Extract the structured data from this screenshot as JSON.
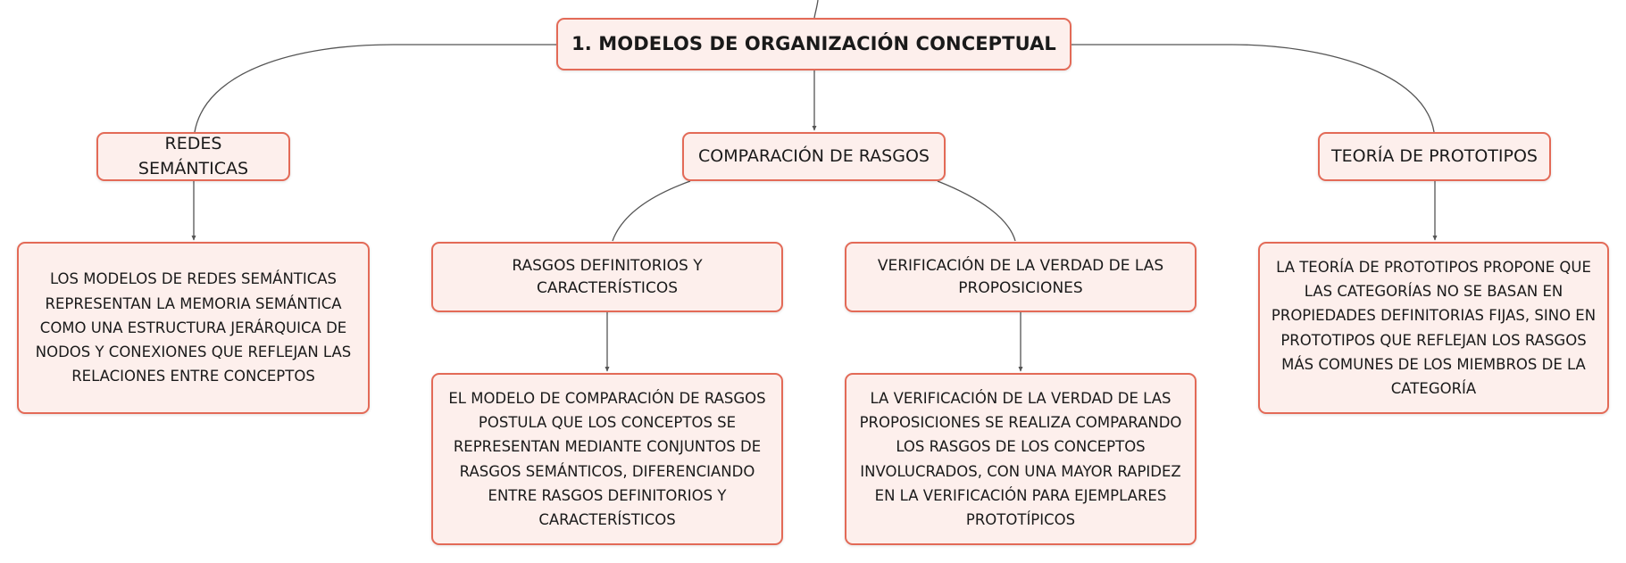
{
  "diagram": {
    "root": {
      "label": "1. MODELOS DE ORGANIZACIÓN CONCEPTUAL"
    },
    "branches": [
      {
        "label": "REDES SEMÁNTICAS",
        "detail": "LOS MODELOS DE REDES SEMÁNTICAS REPRESENTAN LA MEMORIA SEMÁNTICA COMO UNA ESTRUCTURA JERÁRQUICA DE NODOS Y CONEXIONES QUE REFLEJAN LAS RELACIONES ENTRE CONCEPTOS"
      },
      {
        "label": "COMPARACIÓN DE RASGOS",
        "children": [
          {
            "label": "RASGOS DEFINITORIOS Y CARACTERÍSTICOS",
            "detail": "EL MODELO DE COMPARACIÓN DE RASGOS POSTULA QUE LOS CONCEPTOS SE REPRESENTAN MEDIANTE CONJUNTOS DE RASGOS SEMÁNTICOS, DIFERENCIANDO ENTRE RASGOS DEFINITORIOS Y CARACTERÍSTICOS"
          },
          {
            "label": "VERIFICACIÓN DE LA VERDAD DE LAS PROPOSICIONES",
            "detail": "LA VERIFICACIÓN DE LA VERDAD DE LAS PROPOSICIONES SE REALIZA COMPARANDO LOS RASGOS DE LOS CONCEPTOS INVOLUCRADOS, CON UNA MAYOR RAPIDEZ EN LA VERIFICACIÓN PARA EJEMPLARES PROTOTÍPICOS"
          }
        ]
      },
      {
        "label": "TEORÍA DE PROTOTIPOS",
        "detail": "LA TEORÍA DE PROTOTIPOS PROPONE QUE LAS CATEGORÍAS NO SE BASAN EN PROPIEDADES DEFINITORIAS FIJAS, SINO EN PROTOTIPOS QUE REFLEJAN LOS RASGOS MÁS COMUNES DE LOS MIEMBROS DE LA CATEGORÍA"
      }
    ]
  },
  "colors": {
    "node_fill": "#fdefec",
    "node_border": "#e36a57",
    "connector": "#555555"
  }
}
